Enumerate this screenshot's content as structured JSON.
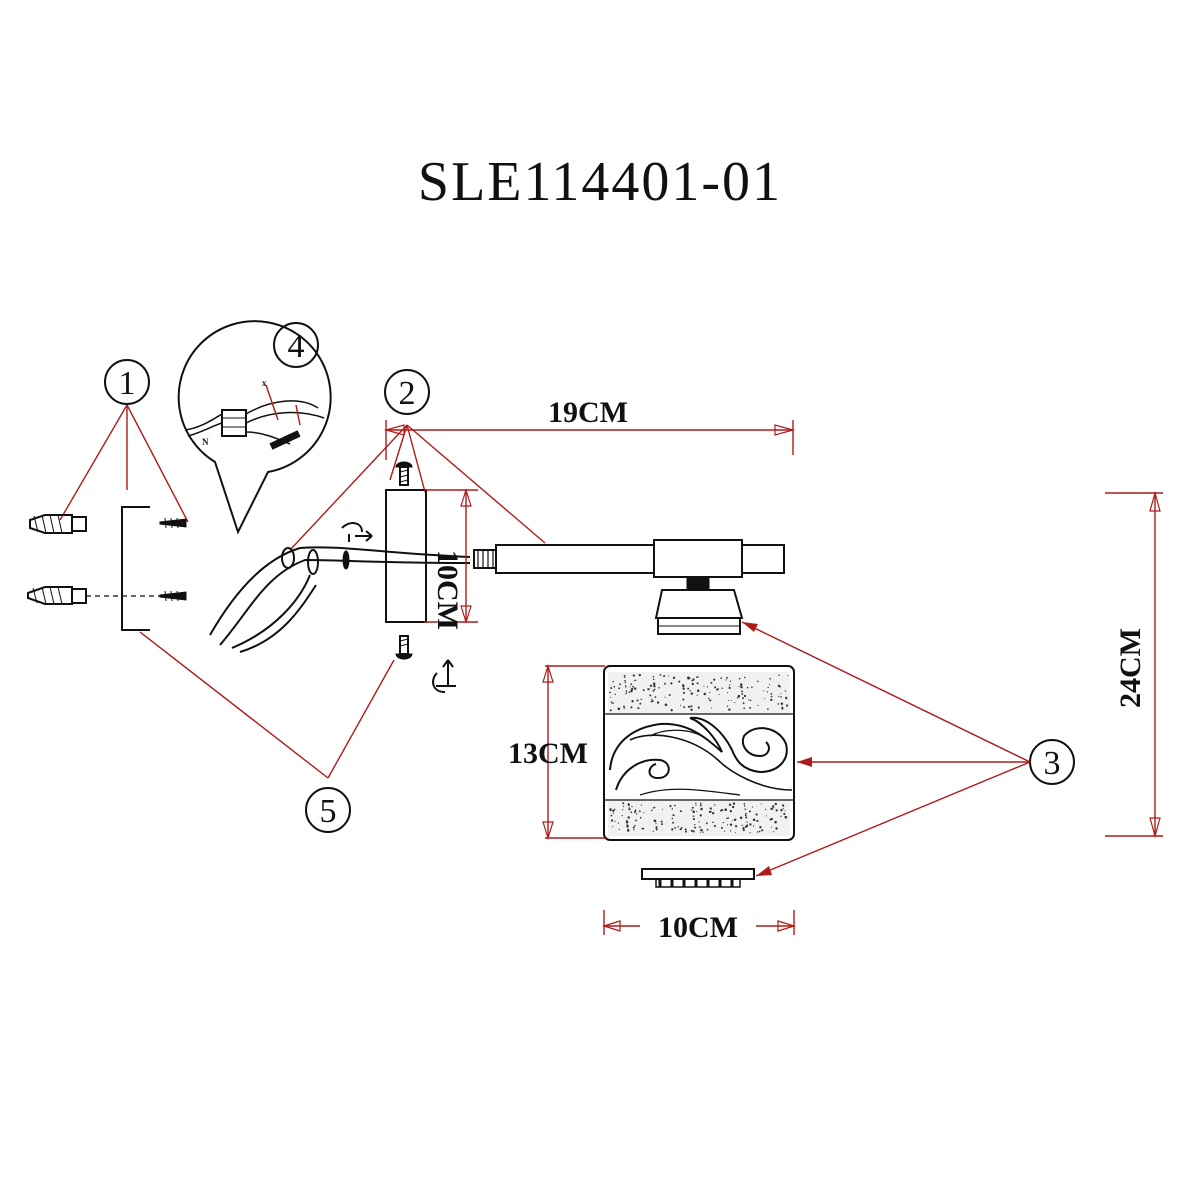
{
  "title": "SLE114401-01",
  "dimensions": {
    "arm_length": "19CM",
    "total_height": "24CM",
    "backplate_height": "10CM",
    "shade_height": "13CM",
    "shade_width": "10CM"
  },
  "callouts": {
    "c1": "1",
    "c2": "2",
    "c3": "3",
    "c4": "4",
    "c5": "5"
  },
  "colors": {
    "leader_red": "#b01a1a",
    "line_black": "#111111"
  }
}
